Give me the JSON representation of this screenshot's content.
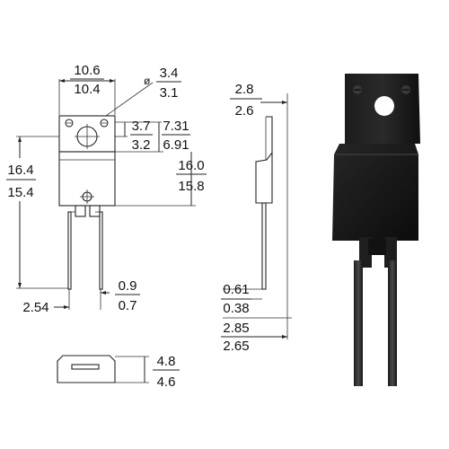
{
  "front_view": {
    "width_max": "10.6",
    "width_min": "10.4",
    "hole_symbol": "ø",
    "hole_max": "3.4",
    "hole_min": "3.1",
    "hole_offset_max": "3.7",
    "hole_offset_min": "3.2",
    "tab_height_max": "7.31",
    "tab_height_min": "6.91",
    "overall_height_max": "16.4",
    "overall_height_min": "15.4",
    "body_height_max": "16.0",
    "body_height_min": "15.8",
    "pin_pitch": "2.54",
    "pin_width_max": "0.9",
    "pin_width_min": "0.7"
  },
  "side_view": {
    "thickness_max": "2.8",
    "thickness_min": "2.6",
    "lead_thick_max": "0.61",
    "lead_thick_min": "0.38",
    "lead_offset_max": "2.85",
    "lead_offset_min": "2.65"
  },
  "bottom_view": {
    "depth_max": "4.8",
    "depth_min": "4.6"
  },
  "colors": {
    "line": "#222222",
    "package": "#151515",
    "background": "#ffffff"
  }
}
